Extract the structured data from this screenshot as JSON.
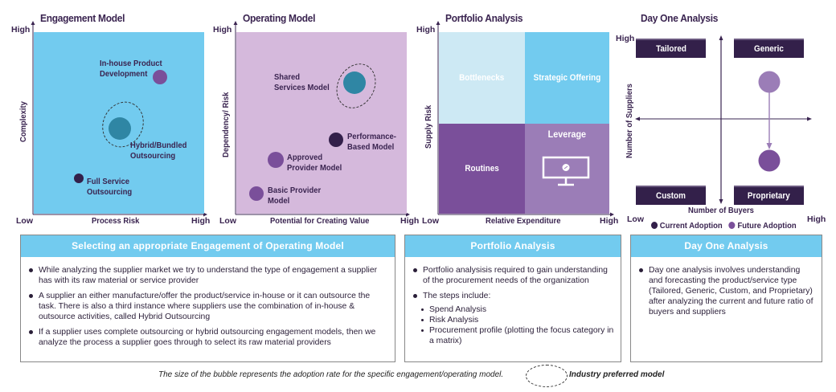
{
  "colors": {
    "engagement_bg": "#72cbef",
    "operating_bg": "#d5b9dc",
    "quad_bottlenecks": "#cde9f4",
    "quad_strategic": "#72cbef",
    "quad_routines": "#7a4f9a",
    "quad_leverage": "#9b7db7",
    "dark_purple": "#33204a",
    "mid_purple": "#7a4f9a",
    "light_purple": "#9b7db7",
    "teal": "#2f86a4",
    "box_header": "#72cbef"
  },
  "engagement_model": {
    "title": "Engagement Model",
    "x_axis": "Process Risk",
    "y_axis": "Complexity",
    "low": "Low",
    "high_x": "High",
    "high_y": "High",
    "bubbles": [
      {
        "label_line1": "In-house Product",
        "label_line2": "Development",
        "x": 0.74,
        "y": 0.75,
        "size": "medium",
        "color": "#7a4f9a"
      },
      {
        "label_line1": "Hybrid/Bundled",
        "label_line2": "Outsourcing",
        "x": 0.5,
        "y": 0.5,
        "size": "large",
        "color": "#2f86a4",
        "industry_preferred": true
      },
      {
        "label_line1": "Full Service",
        "label_line2": "Outsourcing",
        "x": 0.27,
        "y": 0.19,
        "size": "small",
        "color": "#33204a"
      }
    ]
  },
  "operating_model": {
    "title": "Operating Model",
    "x_axis": "Potential for Creating Value",
    "y_axis": "Dependency/ Risk",
    "low": "Low",
    "high_x": "High",
    "high_y": "High",
    "bubbles": [
      {
        "label_line1": "Shared",
        "label_line2": "Services Model",
        "x": 0.69,
        "y": 0.72,
        "size": "large",
        "color": "#2f86a4",
        "industry_preferred": true
      },
      {
        "label_line1": "Performance-",
        "label_line2": "Based Model",
        "x": 0.58,
        "y": 0.37,
        "size": "small",
        "color": "#33204a"
      },
      {
        "label_line1": "Approved",
        "label_line2": "Provider Model",
        "x": 0.23,
        "y": 0.3,
        "size": "small",
        "color": "#7a4f9a"
      },
      {
        "label_line1": "Basic Provider",
        "label_line2": "Model",
        "x": 0.12,
        "y": 0.11,
        "size": "small",
        "color": "#7a4f9a"
      }
    ]
  },
  "portfolio_analysis": {
    "title": "Portfolio Analysis",
    "x_axis": "Relative Expenditure",
    "y_axis": "Supply Risk",
    "low": "Low",
    "high_x": "High",
    "high_y": "High",
    "quadrants": {
      "top_left": "Bottlenecks",
      "top_right": "Strategic Offering",
      "bottom_left": "Routines",
      "bottom_right": "Leverage"
    },
    "icon": "monitor-icon"
  },
  "day_one_analysis": {
    "title": "Day One Analysis",
    "x_axis": "Number of Buyers",
    "y_axis": "Number of Suppliers",
    "low": "Low",
    "high_x": "High",
    "high_y": "High",
    "quadrants": {
      "top_left": "Tailored",
      "top_right": "Generic",
      "bottom_left": "Custom",
      "bottom_right": "Proprietary"
    },
    "legend": [
      {
        "label": "Current Adoption",
        "color": "#33204a"
      },
      {
        "label": "Future Adoption",
        "color": "#7a4f9a"
      }
    ]
  },
  "boxes": {
    "engagement": {
      "header": "Selecting an appropriate Engagement of Operating Model",
      "bullets": [
        "While analyzing the supplier market we try to understand the type of engagement a supplier has with its raw material or service provider",
        "A supplier an either manufacture/offer the product/service in-house or it can outsource the task. There is also a third instance where suppliers use the combination of in-house & outsource activities, called Hybrid Outsourcing",
        "If a supplier uses complete outsourcing or hybrid outsourcing engagement models, then we analyze the process a supplier goes through to select its raw material providers"
      ]
    },
    "portfolio": {
      "header": "Portfolio Analysis",
      "bullets": [
        "Portfolio analysisis required to gain understanding of the procurement needs of the organization",
        "The steps include:"
      ],
      "sub_bullets": [
        "Spend Analysis",
        "Risk Analysis",
        "Procurement profile (plotting the focus category in a matrix)"
      ]
    },
    "day_one": {
      "header": "Day One Analysis",
      "bullets": [
        "Day one analysis involves understanding and forecasting the product/service type (Tailored, Generic, Custom, and Proprietary) after analyzing the current and future ratio of buyers and suppliers"
      ]
    }
  },
  "footer": {
    "note": "The size of the bubble represents the adoption rate for the specific engagement/operating model.",
    "legend_label": "Industry preferred model"
  }
}
